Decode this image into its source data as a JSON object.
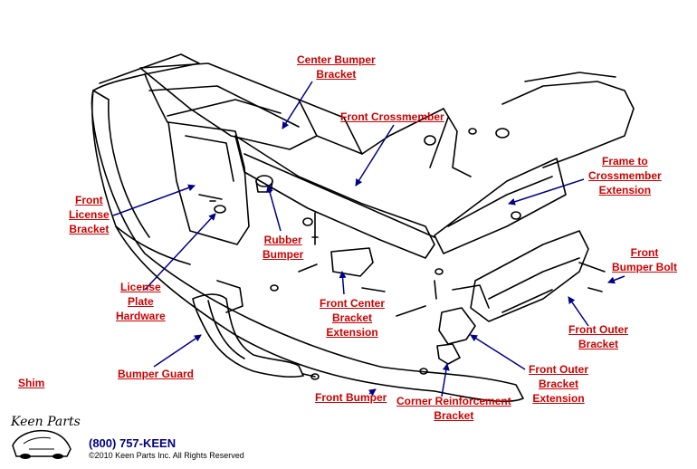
{
  "labels": {
    "center_bumper_bracket": [
      "Center Bumper",
      "Bracket"
    ],
    "front_crossmember": [
      "Front Crossmember"
    ],
    "frame_to_crossmember_extension": [
      "Frame to",
      "Crossmember",
      "Extension"
    ],
    "front_license_bracket": [
      "Front",
      "License",
      "Bracket"
    ],
    "rubber_bumper": [
      "Rubber",
      "Bumper"
    ],
    "front_bumper_bolt": [
      "Front",
      "Bumper Bolt"
    ],
    "license_plate_hardware": [
      "License",
      "Plate",
      "Hardware"
    ],
    "front_center_bracket_extension": [
      "Front Center",
      "Bracket",
      "Extension"
    ],
    "front_outer_bracket": [
      "Front Outer",
      "Bracket"
    ],
    "bumper_guard": [
      "Bumper Guard"
    ],
    "shim": [
      "Shim"
    ],
    "front_outer_bracket_extension": [
      "Front Outer",
      "Bracket",
      "Extension"
    ],
    "front_bumper": [
      "Front Bumper"
    ],
    "corner_reinforcement_bracket": [
      "Corner Reinforcement",
      "Bracket"
    ]
  },
  "footer": {
    "phone": "(800) 757-KEEN",
    "copyright": "©2010 Keen Parts Inc. All Rights Reserved",
    "logo_text": "Keen Parts"
  },
  "colors": {
    "label": "#cc0000",
    "arrow": "#00008b",
    "line": "#000000"
  }
}
